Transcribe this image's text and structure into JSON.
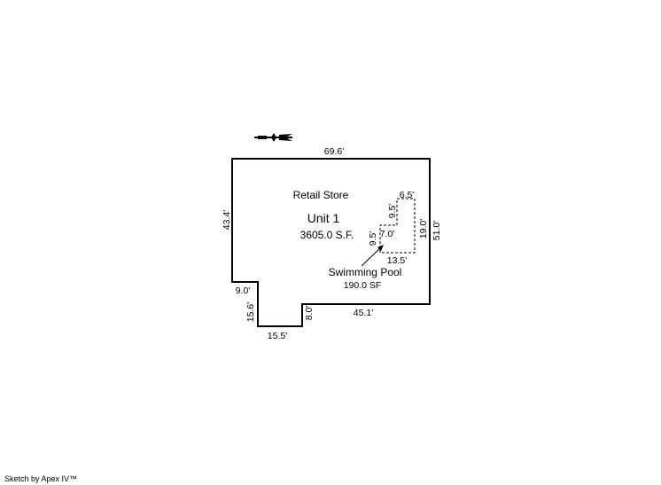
{
  "sketch": {
    "area_name": "Retail Store",
    "unit_name": "Unit 1",
    "area_size": "3605.0 S.F.",
    "dimensions": {
      "top": "69.6'",
      "left": "43.4'",
      "right": "51.0'",
      "bottom_right": "45.1'",
      "notch_step": "8.0'",
      "notch_bottom": "15.5'",
      "notch_left": "15.6'",
      "notch_top": "9.0'"
    },
    "pool": {
      "name": "Swimming Pool",
      "area": "190.0 SF",
      "dimensions": {
        "top": "6.5'",
        "upper_left": "9.5'",
        "step": "7.0'",
        "lower_left": "9.5'",
        "right": "19.0'",
        "bottom": "13.5'"
      }
    }
  },
  "compass_icon": "north-arrow-icon",
  "footer": "Sketch by Apex IV™"
}
